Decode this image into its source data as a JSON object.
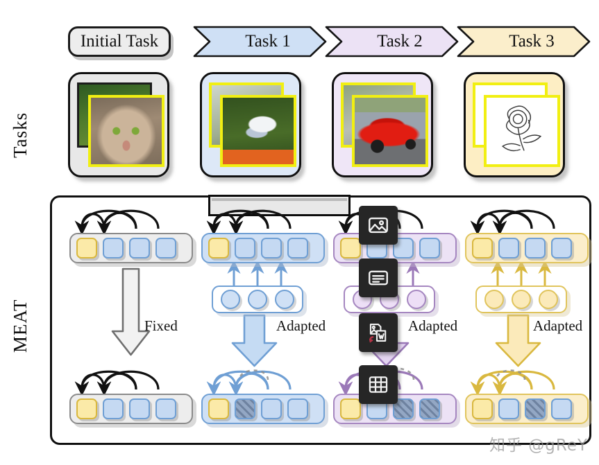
{
  "figure": {
    "row_labels": {
      "tasks": "Tasks",
      "meat": "MEAT"
    },
    "watermark": "知乎 @gReY"
  },
  "task_headers": [
    {
      "label": "Initial Task",
      "shape": "rounded-rect",
      "fill": "#ededed"
    },
    {
      "label": "Task 1",
      "shape": "chevron-arrow",
      "fill": "#cfe0f5"
    },
    {
      "label": "Task 2",
      "shape": "chevron-arrow",
      "fill": "#ece2f5"
    },
    {
      "label": "Task 3",
      "shape": "chevron-arrow",
      "fill": "#fbeecb"
    }
  ],
  "task_cards": [
    {
      "name": "initial-task-image-card",
      "bg": "#e8e8e8",
      "content": "cat-photo",
      "back_border": "black",
      "caption": ""
    },
    {
      "name": "task1-image-card",
      "bg": "#dde8f7",
      "content": "seagull-photo",
      "back_border": "yellow",
      "caption": ""
    },
    {
      "name": "task2-image-card",
      "bg": "#efe6f7",
      "content": "red-sports-car-photo",
      "back_border": "yellow",
      "caption": ""
    },
    {
      "name": "task3-image-card",
      "bg": "#fdeec4",
      "content": "rose-line-drawing-sketch",
      "back_border": "yellow",
      "caption": ""
    }
  ],
  "meat": {
    "redacted_bar_text": "",
    "columns": [
      {
        "name": "initial-task-column",
        "accent": "#8a8a8a",
        "bar_fill": "#ededed",
        "transition_label": "Fixed",
        "arrow_fill": "#f0f0f0",
        "has_adapters": false,
        "top_tokens": [
          "yellow",
          "blue",
          "blue",
          "blue"
        ],
        "bottom_tokens": [
          "yellow",
          "blue",
          "blue",
          "blue"
        ],
        "attention_color": "#111111",
        "bottom_attention_color": "#111111"
      },
      {
        "name": "task1-column",
        "accent": "#7aa6d8",
        "bar_fill": "#cfe0f5",
        "transition_label": "Adapted",
        "arrow_fill": "#c5dbf3",
        "has_adapters": true,
        "adapter_count": 3,
        "adapter_fill": "#cfe0f5",
        "top_tokens": [
          "yellow",
          "blue",
          "blue",
          "blue"
        ],
        "bottom_tokens": [
          "yellow",
          "hatched",
          "blue",
          "blue"
        ],
        "attention_color": "#111111",
        "bottom_attention_color": "#6f9fd4"
      },
      {
        "name": "task2-column",
        "accent": "#a586c0",
        "bar_fill": "#ece2f5",
        "transition_label": "Adapted",
        "arrow_fill": "#e3d4f0",
        "has_adapters": true,
        "adapter_count": 3,
        "adapter_fill": "#eddff6",
        "top_tokens": [
          "yellow",
          "blue",
          "blue",
          "blue"
        ],
        "bottom_tokens": [
          "yellow",
          "blue",
          "hatched",
          "hatched"
        ],
        "attention_color": "#111111",
        "bottom_attention_color": "#9b79b8"
      },
      {
        "name": "task3-column",
        "accent": "#e0c45c",
        "bar_fill": "#fbeecb",
        "transition_label": "Adapted",
        "arrow_fill": "#fbeaba",
        "has_adapters": true,
        "adapter_count": 3,
        "adapter_fill": "#fbeaba",
        "top_tokens": [
          "yellow",
          "blue",
          "blue",
          "blue"
        ],
        "bottom_tokens": [
          "yellow",
          "blue",
          "hatched",
          "blue"
        ],
        "attention_color": "#111111",
        "bottom_attention_color": "#d9b83f"
      }
    ],
    "modality_icons": [
      {
        "name": "image-icon",
        "label": "Image modality"
      },
      {
        "name": "text-document-icon",
        "label": "Text modality"
      },
      {
        "name": "image-to-document-convert-icon",
        "label": "Image-to-document modality"
      },
      {
        "name": "table-grid-icon",
        "label": "Table modality"
      }
    ]
  },
  "colors": {
    "token_yellow_fill": "#fbeaa8",
    "token_yellow_border": "#d9b83f",
    "token_blue_fill": "#c5d9f2",
    "token_blue_border": "#6f9fd4",
    "token_hatch_fill": "#93a7c4",
    "icon_tile_bg": "#262626",
    "panel_border": "#101010"
  }
}
